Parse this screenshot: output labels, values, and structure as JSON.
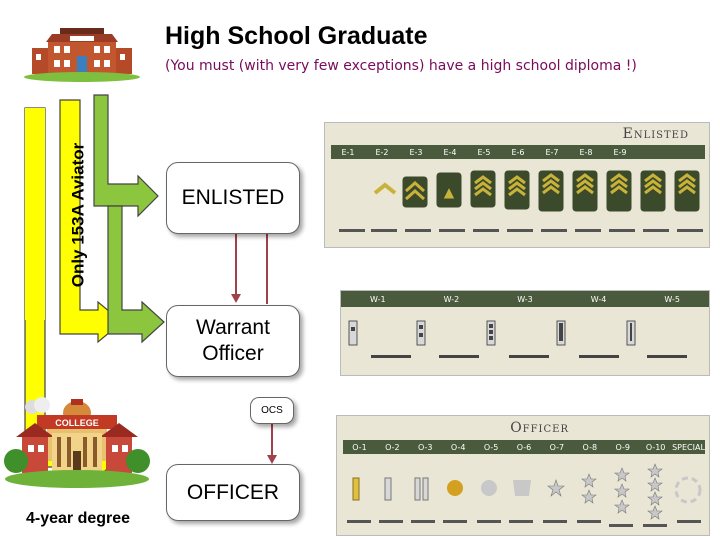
{
  "title": "High School Graduate",
  "subtitle": "(You must (with very few exceptions) have a high school diploma !)",
  "aviator_label": "Only 153A Aviator",
  "degree_label": "4-year degree",
  "boxes": {
    "enlisted": "ENLISTED",
    "warrant_line1": "Warrant",
    "warrant_line2": "Officer",
    "ocs": "OCS",
    "officer": "OFFICER"
  },
  "enlisted_chart": {
    "title": "Enlisted",
    "grades": [
      "E-1",
      "E-2",
      "E-3",
      "E-4",
      "E-5",
      "E-6",
      "E-7",
      "E-8",
      "E-9",
      "",
      ""
    ]
  },
  "warrant_chart": {
    "grades": [
      "W-1",
      "W-2",
      "W-3",
      "W-4",
      "W-5"
    ]
  },
  "officer_chart": {
    "title": "Officer",
    "grades": [
      "O-1",
      "O-2",
      "O-3",
      "O-4",
      "O-5",
      "O-6",
      "O-7",
      "O-8",
      "O-9",
      "O-10",
      "SPECIAL"
    ]
  },
  "colors": {
    "arrow_yellow": "#ffff00",
    "arrow_green": "#8cc63f",
    "arrow_stroke": "#444444",
    "connector": "#a0424a",
    "subtitle": "#7a0a5a",
    "panel_header": "#4a5a3c",
    "chevron_gold": "#c9b23a"
  }
}
